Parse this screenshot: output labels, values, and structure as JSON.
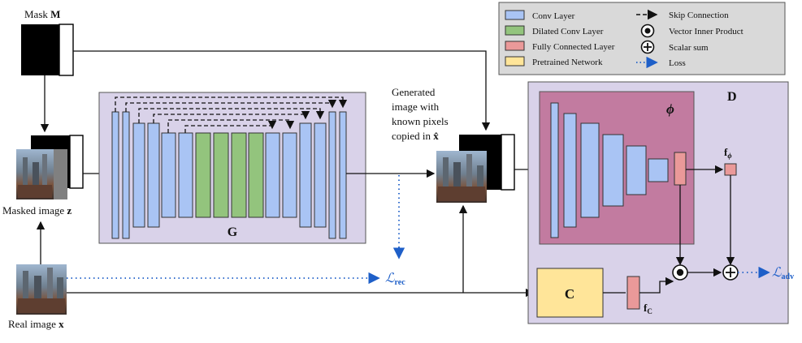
{
  "labels": {
    "mask": "Mask",
    "mask_symbol": "M",
    "masked_image": "Masked image",
    "masked_symbol": "z",
    "real_image": "Real image",
    "real_symbol": "x",
    "generated_line1": "Generated",
    "generated_line2": "image with",
    "generated_line3": "known pixels",
    "generated_line4": "copied in",
    "generated_symbol": "x̂",
    "generator": "G",
    "discriminator": "D",
    "phi": "ϕ",
    "context_net": "C",
    "f_phi": "f",
    "f_phi_sub": "ϕ",
    "f_c": "f",
    "f_c_sub": "C",
    "loss_rec": "ℒ",
    "loss_rec_sub": "rec",
    "loss_adv": "ℒ",
    "loss_adv_sub": "adv",
    "inner_product_symbol": "●",
    "sum_symbol": "+"
  },
  "legend": {
    "conv": "Conv Layer",
    "dilated": "Dilated Conv Layer",
    "fc": "Fully Connected Layer",
    "pretrained": "Pretrained Network",
    "skip": "Skip Connection",
    "inner": "Vector Inner Product",
    "sum": "Scalar sum",
    "loss": "Loss"
  },
  "colors": {
    "conv": "#a9c4f4",
    "dilated": "#93c47d",
    "fc": "#ea9999",
    "pretrained": "#ffe599",
    "generator_bg": "#d9d2e9",
    "discriminator_bg": "#d9d2e9",
    "phi_bg": "#c27ba0",
    "legend_bg": "#d9d9d9",
    "loss_blue": "#1e5fc8"
  },
  "icons": [
    "skip-arrow-icon",
    "inner-product-icon",
    "scalar-sum-icon",
    "loss-arrow-icon"
  ]
}
